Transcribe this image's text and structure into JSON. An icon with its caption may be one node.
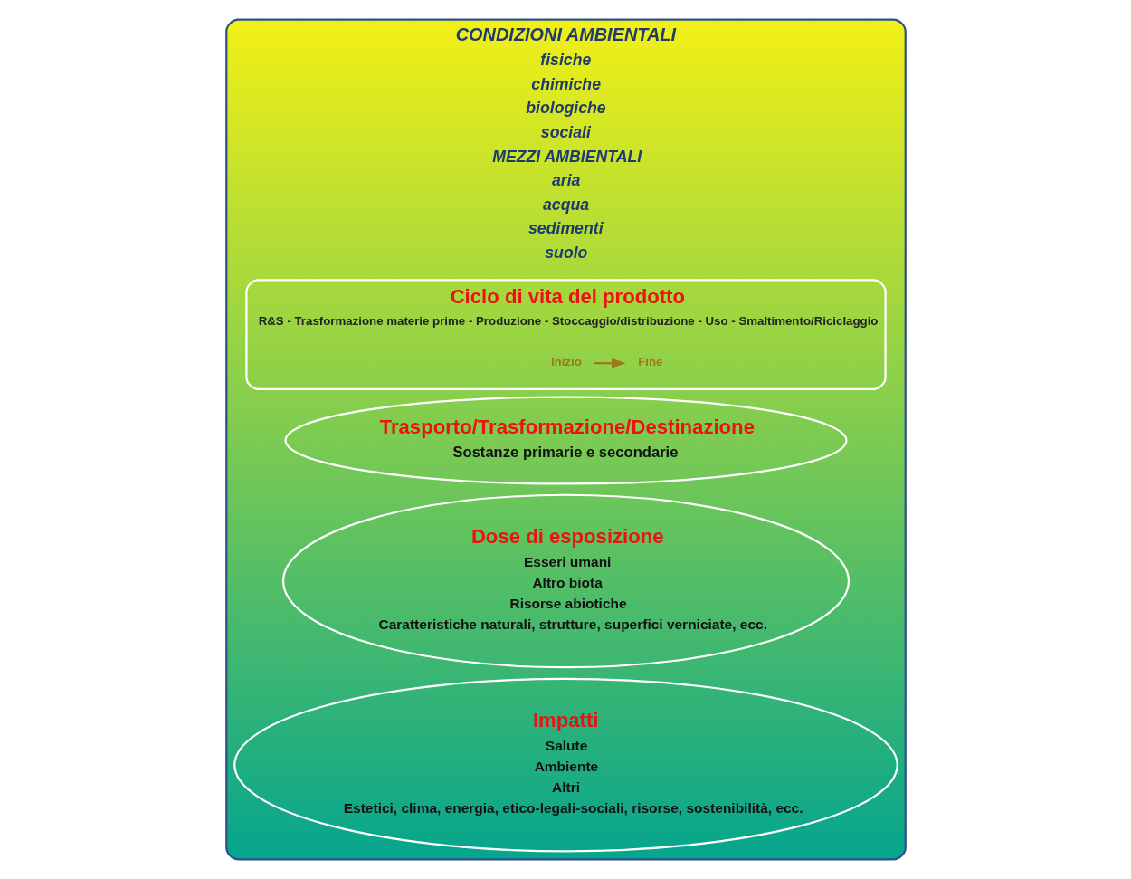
{
  "diagram": {
    "nodes": [
      {
        "text": [
          "CONDIZIONI AMBIENTALI",
          "fisiche",
          "chimiche",
          "biologiche",
          "sociali",
          "MEZZI AMBIENTALI",
          "aria",
          "acqua",
          "sedimenti",
          "suolo"
        ]
      },
      {
        "text": [
          "Ciclo di vita del prodotto",
          "R&S - Trasformazione materie prime - Produzione - Stoccaggio/distribuzione - Uso - Smaltimento/Riciclaggio"
        ],
        "in": 0
      },
      {
        "text": [
          "Inizio"
        ],
        "in": 1
      },
      {
        "text": [
          "Fine"
        ],
        "in": 1
      },
      {
        "text": [
          "Trasporto/Trasformazione/Destinazione",
          "Sostanze primarie e secondarie"
        ],
        "in": 0
      },
      {
        "text": [
          "Dose di esposizione",
          "Esseri umani",
          "Altro biota",
          "Risorse abiotiche",
          "Caratteristiche naturali, strutture, superfici verniciate, ecc."
        ],
        "in": 0
      },
      {
        "text": [
          "Impatti",
          "Salute",
          "Ambiente",
          "Altri",
          "Estetici, clima, energia, etico-legali-sociali, risorse, sostenibilità, ecc."
        ],
        "in": 0
      }
    ],
    "edges": [
      {
        "from": 2,
        "to": 3,
        "arrow": "to",
        "color": "#a07818"
      }
    ]
  }
}
